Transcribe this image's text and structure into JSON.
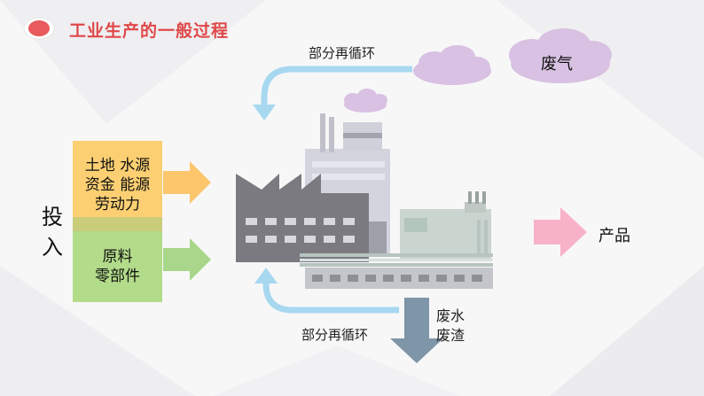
{
  "title": "工业生产的一般过程",
  "input": {
    "label_chars": [
      "投",
      "入"
    ],
    "box_top_lines": [
      "土地 水源",
      "资金 能源",
      "劳动力"
    ],
    "box_bottom_lines": [
      "原料",
      "零部件"
    ]
  },
  "recycle_top": "部分再循环",
  "recycle_bottom": "部分再循环",
  "waste_gas": "废气",
  "waste_water_lines": [
    "废水",
    "废渣"
  ],
  "product": "产品",
  "colors": {
    "title": "#e0484a",
    "input_top_box": "#fbcf72",
    "input_bottom_box": "#b3dc8a",
    "input_arrow_top": "#fbc66c",
    "input_arrow_bottom": "#a8d68a",
    "recycle_arrow": "#a8d8f0",
    "cloud": "#d8c1e2",
    "waste_arrow": "#7f95a8",
    "product_arrow": "#f8b2c8",
    "factory_dark": "#7a7a80",
    "factory_light": "#d4d4de"
  },
  "icons": [
    "record-dot-icon",
    "factory-icon",
    "cloud-icon"
  ]
}
